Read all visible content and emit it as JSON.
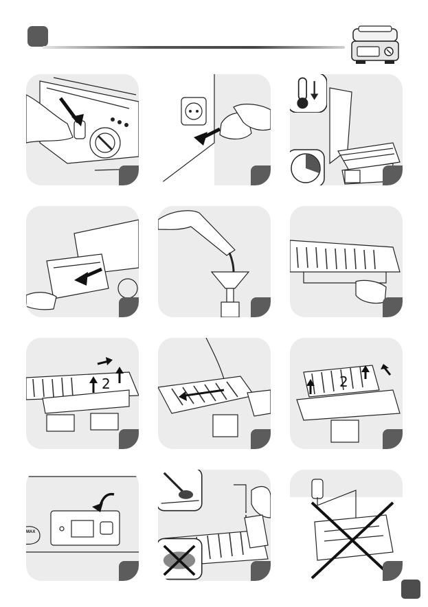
{
  "header": {
    "accent_color": "#5a5a5a",
    "device_icon": "grill-appliance-icon"
  },
  "panels": [
    {
      "id": 1,
      "icon": "press-release-button-icon"
    },
    {
      "id": 2,
      "icon": "unplug-icon"
    },
    {
      "id": 3,
      "icon": "cool-down-icon",
      "badge_icons": [
        "thermometer-icon",
        "timer-icon"
      ]
    },
    {
      "id": 4,
      "icon": "remove-drip-tray-icon"
    },
    {
      "id": 5,
      "icon": "pour-grease-icon"
    },
    {
      "id": 6,
      "icon": "remove-lower-plate-icon"
    },
    {
      "id": 7,
      "icon": "lift-plate-icon",
      "label": "2"
    },
    {
      "id": 8,
      "icon": "slide-plate-icon"
    },
    {
      "id": 9,
      "icon": "lift-upper-plate-icon",
      "label": "2"
    },
    {
      "id": 10,
      "icon": "control-panel-icon",
      "label": "MAX"
    },
    {
      "id": 11,
      "icon": "clean-plates-icon",
      "badge_icons": [
        "no-abrasive-sponge-icon"
      ]
    },
    {
      "id": 12,
      "icon": "no-water-immersion-icon"
    }
  ]
}
